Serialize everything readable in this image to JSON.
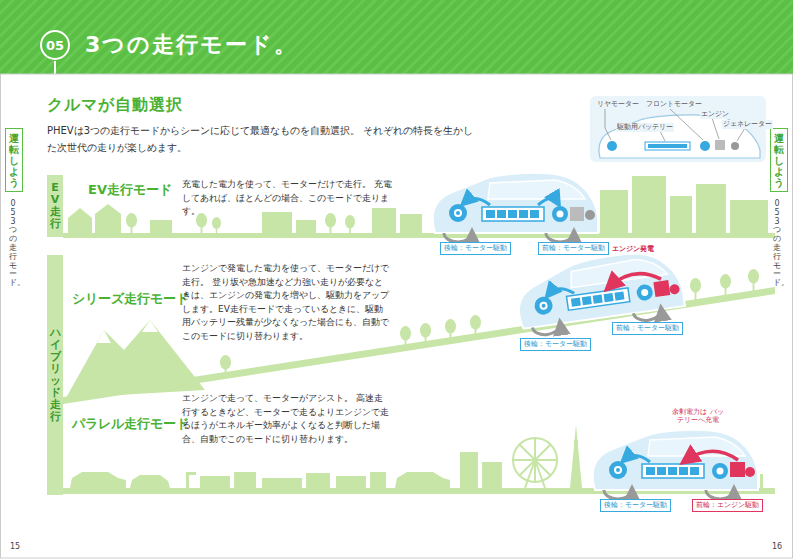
{
  "diagram": {
    "title": "3つの走行モード。",
    "nodes": [
      {
        "text": [
          "05"
        ]
      },
      {
        "text": [
          "運転しよう"
        ]
      },
      {
        "text": [
          "運転しよう"
        ]
      },
      {
        "text": [
          "EV走行"
        ]
      },
      {
        "text": [
          "後輪：モーター駆動"
        ]
      },
      {
        "text": [
          "前輪：モーター駆動"
        ]
      },
      {
        "text": [
          "ハイブリッド走行"
        ]
      },
      {
        "text": [
          "後輪：モーター駆動"
        ]
      },
      {
        "text": [
          "前輪：モーター駆動"
        ]
      },
      {
        "text": [
          "後輪：モーター駆動"
        ]
      },
      {
        "text": [
          "前輪：エンジン駆動"
        ]
      }
    ],
    "labels": [
      "クルマが自動選択",
      "PHEVは3つの走行モードからシーンに応じて最適なものを自動選択。 それぞれの特長を生かした次世代の走りが楽しめます。",
      "05 3つの走行モード。",
      "05 3つの走行モード。",
      "15",
      "16",
      "リヤモーター",
      "フロントモーター",
      "エンジン",
      "ジェネレーター",
      "駆動用バッテリー",
      "EV走行モード",
      "充電した電力を使って、モーターだけで走行。 充電してあれば、ほとんどの場合、このモードで走ります。",
      "シリーズ走行モード",
      "エンジンで発電した電力を使って、モーターだけで走行。 登り坂や急加速など力強い走りが必要なときは、エンジンの発電力を増やし、駆動力をアップします。EV走行モードで走っているときに、駆動用バッテリー残量が少なくなった場合にも、自動でこのモードに切り替わります。",
      "エンジン発電",
      "パラレル走行モード",
      "エンジンで走って、モーターがアシスト。 高速走行するときなど、モーターで走るよりエンジンで走るほうがエネルギー効率がよくなると判断した場合、自動でこのモードに切り替わります。",
      "余剰電力は バッテリーへ充電"
    ]
  }
}
